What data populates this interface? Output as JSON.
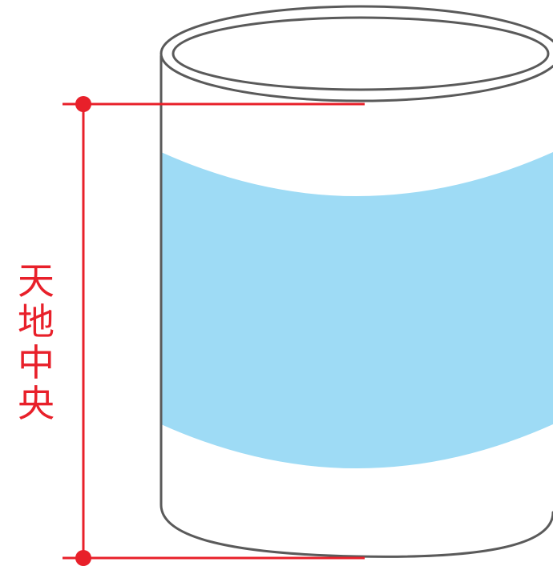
{
  "label": {
    "text": "天地中央",
    "chars": [
      "天",
      "地",
      "中",
      "央"
    ]
  },
  "colors": {
    "label_band": "#9edbf5",
    "measure_line": "#e8202a",
    "outline": "#5a5a5a",
    "background": "#ffffff"
  }
}
